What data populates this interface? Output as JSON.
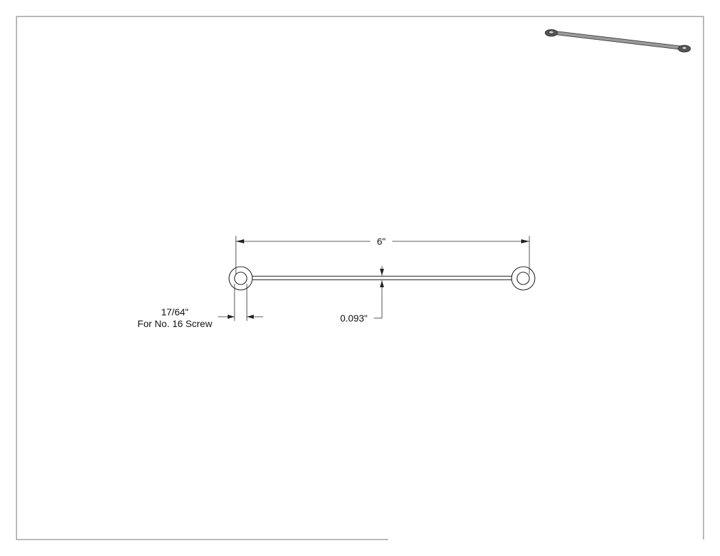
{
  "drawing": {
    "overall_length": "6\"",
    "hole_diameter": "17/64\"",
    "hole_note": "For No. 16 Screw",
    "wire_diameter": "0.093\""
  },
  "colors": {
    "line": "#222222",
    "frame": "#6f6f6f",
    "iso_dark": "#555555",
    "iso_light": "#9a9a9a"
  }
}
